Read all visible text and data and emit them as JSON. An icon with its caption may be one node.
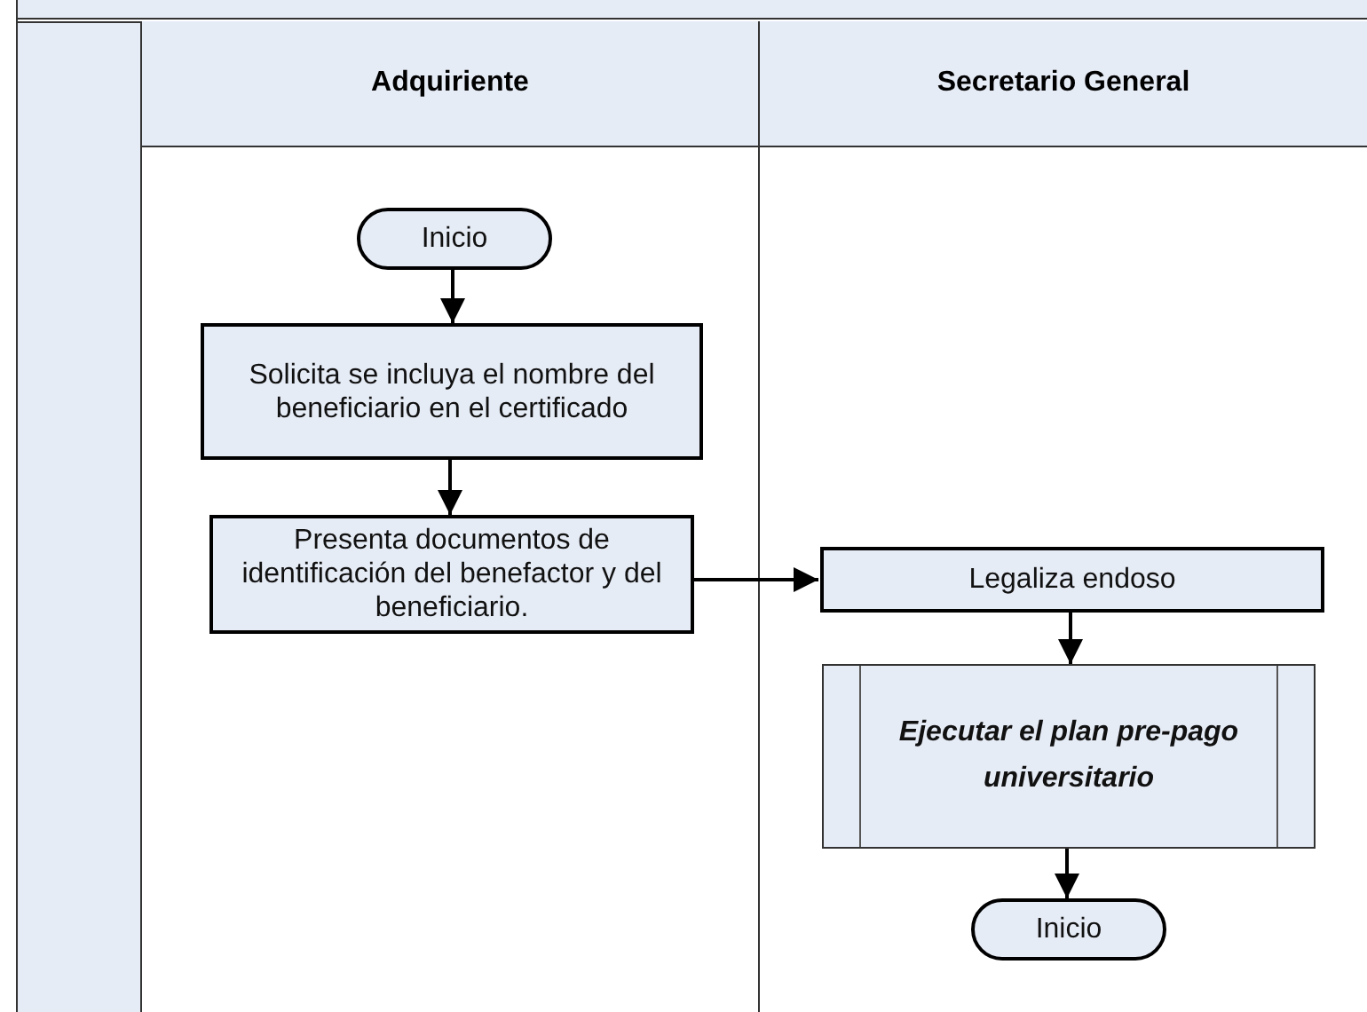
{
  "diagram": {
    "nodes": [
      {
        "text": [
          "Adquiriente"
        ]
      },
      {
        "text": [
          "Secretario General"
        ]
      },
      {
        "text": [
          "Inicio"
        ],
        "in": 0
      },
      {
        "text": [
          "Solicita se incluya el nombre del beneficiario en el certificado"
        ],
        "in": 0
      },
      {
        "text": [
          "Presenta documentos de identificación del benefactor y del beneficiario."
        ],
        "in": 0
      },
      {
        "text": [
          "Legaliza endoso"
        ],
        "in": 1
      },
      {
        "text": [
          "Ejecutar el plan pre-pago universitario"
        ],
        "in": 1
      },
      {
        "text": [
          "Inicio"
        ],
        "in": 1
      }
    ],
    "edges": [
      {
        "from": 2,
        "to": 3,
        "arrow": "to"
      },
      {
        "from": 3,
        "to": 4,
        "arrow": "to"
      },
      {
        "from": 4,
        "to": 5,
        "arrow": "to"
      },
      {
        "from": 5,
        "to": 6,
        "arrow": "to"
      },
      {
        "from": 6,
        "to": 7,
        "arrow": "to"
      }
    ]
  }
}
